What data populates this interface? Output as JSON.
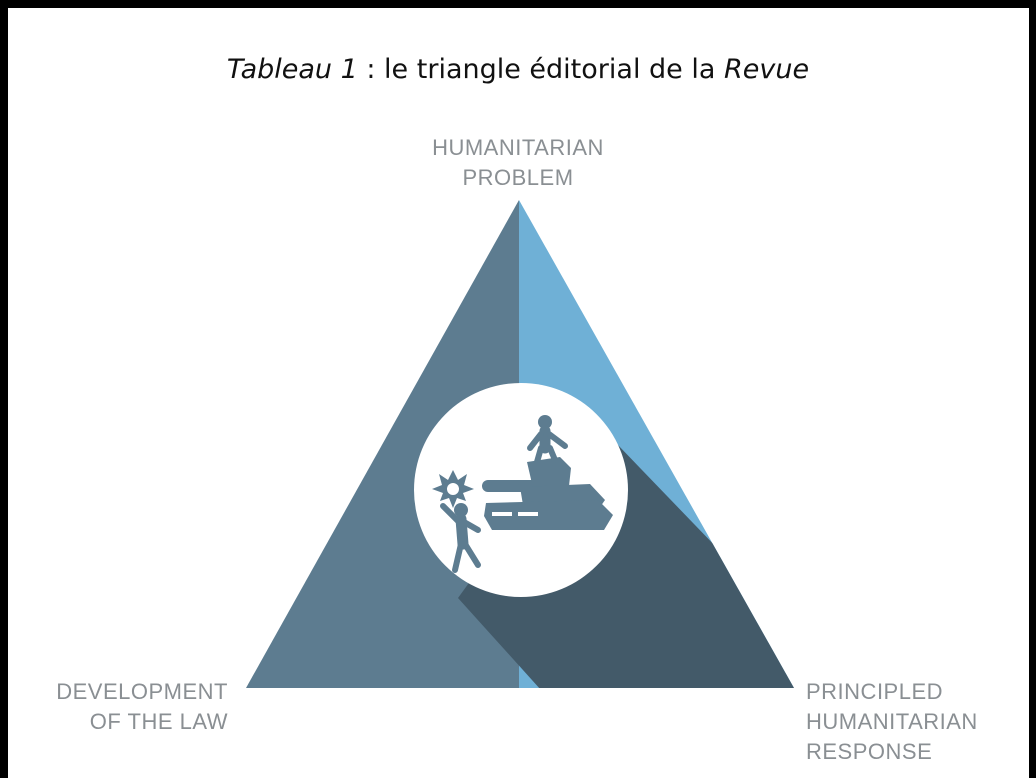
{
  "title": {
    "part1_italic": "Tableau 1",
    "part2": " : le triangle éditorial de la ",
    "part3_italic": "Revue"
  },
  "vertices": {
    "top": [
      "HUMANITARIAN",
      "PROBLEM"
    ],
    "bottom_left": [
      "DEVELOPMENT",
      "OF THE LAW"
    ],
    "bottom_right": [
      "PRINCIPLED",
      "HUMANITARIAN",
      "RESPONSE"
    ]
  },
  "colors": {
    "left_half": "#5d7c90",
    "right_half": "#6fb0d6",
    "shadow": "#435a69",
    "circle": "#ffffff",
    "pictogram": "#5d7c90",
    "label_text": "#8a8f93"
  },
  "icons": [
    "explosion-icon",
    "injured-person-icon",
    "tank-icon",
    "soldier-icon"
  ]
}
